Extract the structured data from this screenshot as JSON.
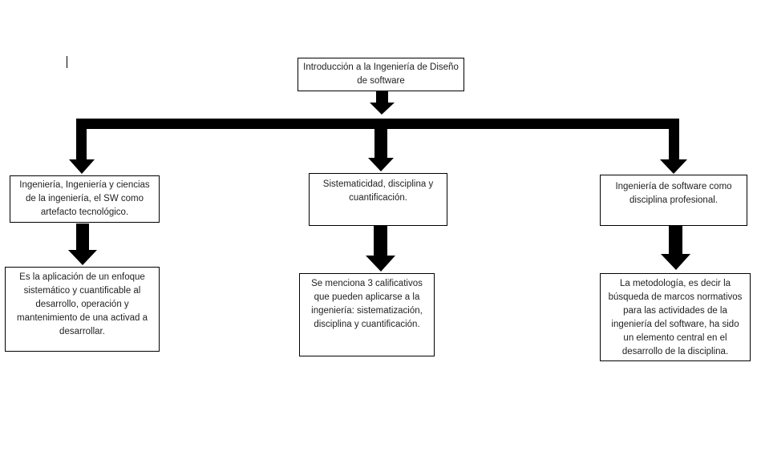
{
  "diagram": {
    "root": {
      "text": "Introducción a la Ingeniería de Diseño de software"
    },
    "branches": [
      {
        "id": "left",
        "title": "Ingeniería, Ingeniería y ciencias de la ingeniería, el SW como artefacto tecnológico.",
        "detail": "Es la aplicación de un enfoque sistemático y cuantificable al desarrollo, operación y mantenimiento de una activad a desarrollar."
      },
      {
        "id": "center",
        "title": "Sistematicidad, disciplina y cuantificación.",
        "detail": "Se menciona 3 calificativos que pueden aplicarse a la ingeniería: sistematización, disciplina y cuantificación."
      },
      {
        "id": "right",
        "title": "Ingeniería de software como disciplina profesional.",
        "detail": "La metodología, es decir la búsqueda de marcos normativos para las actividades de la ingeniería del software, ha sido un elemento central en el desarrollo de la disciplina."
      }
    ]
  }
}
